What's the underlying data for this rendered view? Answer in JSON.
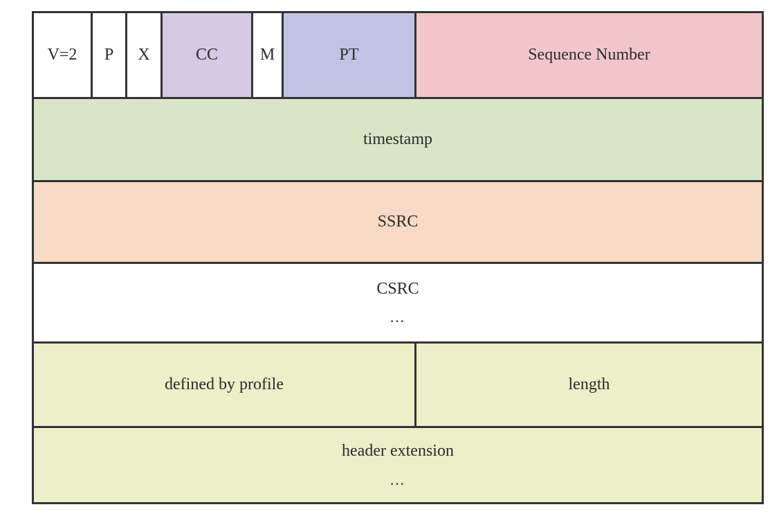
{
  "colors": {
    "white": "#ffffff",
    "cc": "#d5c9e3",
    "pt": "#c0c3e2",
    "sequence": "#f2c6c8",
    "timestamp": "#d9e5c7",
    "ssrc": "#f8dac5",
    "extension": "#edefc9",
    "border": "#333333"
  },
  "header_row1": {
    "version": "V=2",
    "padding": "P",
    "extension_bit": "X",
    "csrc_count": "CC",
    "marker": "M",
    "payload_type": "PT",
    "sequence_number": "Sequence Number"
  },
  "timestamp": {
    "label": "timestamp"
  },
  "ssrc": {
    "label": "SSRC"
  },
  "csrc": {
    "label": "CSRC",
    "ellipsis": "…"
  },
  "ext_header": {
    "defined_by_profile": "defined by profile",
    "length": "length"
  },
  "header_extension": {
    "label": "header extension",
    "ellipsis": "…"
  }
}
